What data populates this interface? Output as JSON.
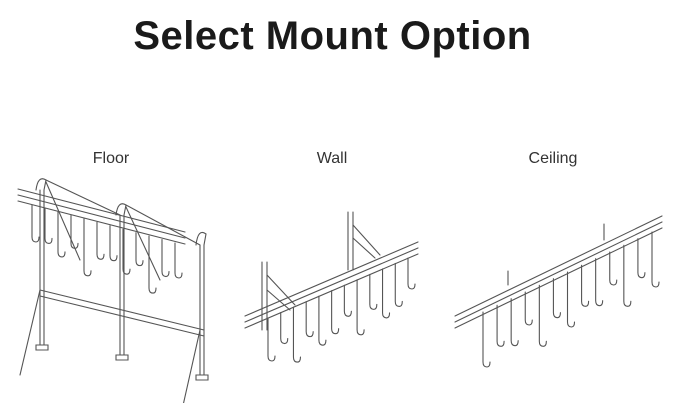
{
  "title": "Select Mount Option",
  "options": [
    {
      "label": "Floor",
      "icon": "floor-mount-rack-illustration"
    },
    {
      "label": "Wall",
      "icon": "wall-mount-rack-illustration"
    },
    {
      "label": "Ceiling",
      "icon": "ceiling-mount-rack-illustration"
    }
  ]
}
